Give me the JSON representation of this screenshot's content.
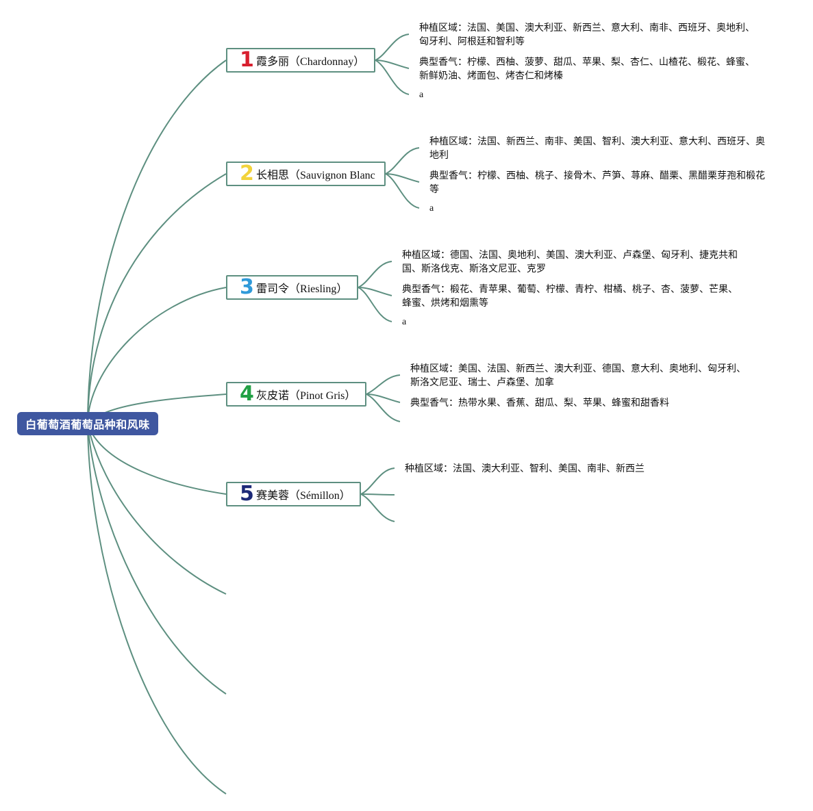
{
  "root": {
    "label": "白葡萄酒葡萄品种和风味"
  },
  "colors": {
    "connector": "#5d8f80",
    "root_fill": "#3f57a0",
    "num1": "#d8202f",
    "num2": "#f2d33b",
    "num3": "#2f9ad9",
    "num4": "#22a045",
    "num5": "#1d2a78"
  },
  "topics": [
    {
      "num": "1",
      "zh": "霞多丽",
      "en": "（Chardonnay）",
      "leaves": [
        {
          "text": "种植区域：法国、美国、澳大利亚、新西兰、意大利、南非、西班牙、奥地利、匈牙利、阿根廷和智利等"
        },
        {
          "text": "典型香气：柠檬、西柚、菠萝、甜瓜、苹果、梨、杏仁、山楂花、椴花、蜂蜜、新鲜奶油、烤面包、烤杏仁和烤榛"
        },
        {
          "text": "a"
        }
      ]
    },
    {
      "num": "2",
      "zh": "长相思",
      "en": "（Sauvignon Blanc",
      "leaves": [
        {
          "text": "种植区域：法国、新西兰、南非、美国、智利、澳大利亚、意大利、西班牙、奥地利"
        },
        {
          "text": "典型香气：柠檬、西柚、桃子、接骨木、芦笋、荨麻、醋栗、黑醋栗芽孢和椴花等"
        },
        {
          "text": "a"
        }
      ]
    },
    {
      "num": "3",
      "zh": "雷司令",
      "en": "（Riesling）",
      "leaves": [
        {
          "text": "种植区域：德国、法国、奥地利、美国、澳大利亚、卢森堡、匈牙利、捷克共和国、斯洛伐克、斯洛文尼亚、克罗"
        },
        {
          "text": "典型香气：椴花、青苹果、葡萄、柠檬、青柠、柑橘、桃子、杏、菠萝、芒果、蜂蜜、烘烤和烟熏等"
        },
        {
          "text": "a"
        }
      ]
    },
    {
      "num": "4",
      "zh": "灰皮诺",
      "en": "（Pinot Gris）",
      "leaves": [
        {
          "text": "种植区域：美国、法国、新西兰、澳大利亚、德国、意大利、奥地利、匈牙利、斯洛文尼亚、瑞士、卢森堡、加拿"
        },
        {
          "text": "典型香气：热带水果、香蕉、甜瓜、梨、苹果、蜂蜜和甜香料"
        },
        {
          "text": ""
        }
      ]
    },
    {
      "num": "5",
      "zh": "赛美蓉",
      "en": "（Sémillon）",
      "leaves": [
        {
          "text": "种植区域：法国、澳大利亚、智利、美国、南非、新西兰"
        },
        {
          "text": ""
        },
        {
          "text": ""
        }
      ]
    }
  ]
}
